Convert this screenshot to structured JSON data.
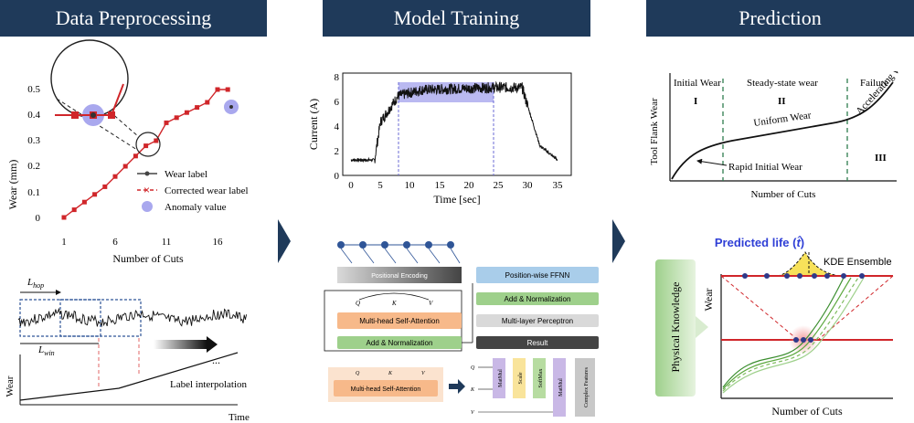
{
  "banners": {
    "left": "Data Preprocessing",
    "middle": "Model Training",
    "right": "Prediction"
  },
  "wear_plot": {
    "ylabel": "Wear (mm)",
    "xlabel": "Number of Cuts",
    "yticks": [
      "0",
      "0.1",
      "0.2",
      "0.3",
      "0.4",
      "0.5"
    ],
    "xticks": [
      "1",
      "6",
      "11",
      "16"
    ],
    "legend": {
      "wear_label": "Wear label",
      "corrected": "Corrected wear label",
      "anomaly": "Anomaly value"
    },
    "chart_data": {
      "type": "line",
      "x": [
        1,
        2,
        3,
        4,
        5,
        6,
        7,
        8,
        9,
        10,
        11,
        12,
        13,
        14,
        15,
        16,
        17
      ],
      "series": [
        {
          "name": "Corrected wear label",
          "values": [
            0,
            0.03,
            0.06,
            0.09,
            0.12,
            0.16,
            0.2,
            0.24,
            0.28,
            0.3,
            0.37,
            0.39,
            0.41,
            0.43,
            0.45,
            0.5,
            0.5
          ]
        }
      ],
      "anomaly": {
        "x": 18,
        "y": 0.44
      },
      "ylim": [
        0,
        0.5
      ]
    }
  },
  "window_diagram": {
    "l_hop": "L",
    "l_hop_sub": "hop",
    "l_win": "L",
    "l_win_sub": "win",
    "wear_axis": "Wear",
    "time_axis": "Time",
    "interp_label": "Label interpolation",
    "ellipsis": "..."
  },
  "current_plot": {
    "ylabel": "Current (A)",
    "xlabel": "Time [sec]",
    "yticks": [
      "0",
      "2",
      "4",
      "6",
      "8"
    ],
    "xticks": [
      "0",
      "5",
      "10",
      "15",
      "20",
      "25",
      "30",
      "35"
    ],
    "chart_data": {
      "type": "line",
      "x_range": [
        0,
        35
      ],
      "ylim": [
        0,
        8
      ],
      "series": [
        {
          "x": [
            0,
            4,
            5,
            8,
            12,
            24,
            29,
            32,
            35
          ],
          "values": [
            1.3,
            1.3,
            4.5,
            6.7,
            7.2,
            7.4,
            7.4,
            2.5,
            1.3
          ]
        }
      ],
      "highlight_window": [
        8,
        24
      ]
    }
  },
  "transformer": {
    "positional_encoding": "Positional Encoding",
    "mhsa": "Multi-head Self-Attention",
    "add_norm": "Add & Normalization",
    "ffnn": "Position-wise FFNN",
    "add_norm2": "Add & Normalization",
    "mlp": "Multi-layer Perceptron",
    "result": "Result",
    "mhsa2": "Multi-head Self-Attention",
    "q": "Q",
    "k": "K",
    "v": "V",
    "ops": [
      "MatMul",
      "Scale",
      "SoftMax",
      "MatMul"
    ],
    "complex": "Complex Features"
  },
  "life_curve": {
    "ylabel": "Tool Flank Wear",
    "xlabel": "Number of Cuts",
    "regions": [
      "Initial Wear",
      "Steady-state wear",
      "Failure"
    ],
    "roman": [
      "I",
      "II",
      "III"
    ],
    "uniform": "Uniform Wear",
    "rapid": "Rapid Initial Wear",
    "accel": "Accelerating Wear"
  },
  "kde_plot": {
    "predicted_life": "Predicted life (",
    "predicted_life_symbol": "t̂",
    "predicted_life_end": ")",
    "kde": "KDE Ensemble",
    "ylabel": "Wear",
    "xlabel": "Number of Cuts",
    "physical": "Physical Knowledge"
  },
  "colors": {
    "banner": "#1f3a5a",
    "red_series": "#d0262a",
    "anomaly": "#a9a8ee",
    "green_box": "#9ed08b",
    "orange_box": "#f7b98a",
    "blue_box": "#a9cdea",
    "dark_box": "#444444"
  }
}
